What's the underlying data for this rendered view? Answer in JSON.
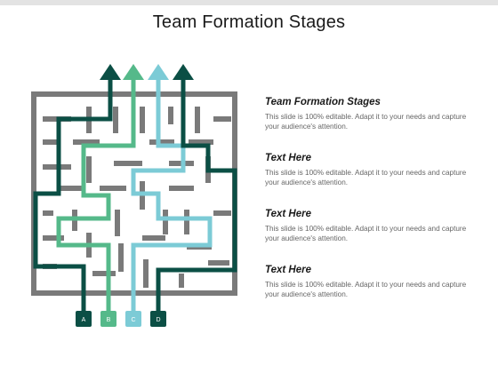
{
  "title": "Team Formation Stages",
  "colors": {
    "maze": "#7a7a7a",
    "path_a": "#0b4f45",
    "path_b": "#55b98a",
    "path_c": "#7ccbd6",
    "path_d": "#0b4f45"
  },
  "badges": [
    "A",
    "B",
    "C",
    "D"
  ],
  "items": [
    {
      "heading": "Team Formation Stages",
      "body": "This slide is 100% editable. Adapt it to your needs and capture your audience's attention."
    },
    {
      "heading": "Text Here",
      "body": "This slide is 100% editable. Adapt it to your needs and capture your audience's attention."
    },
    {
      "heading": "Text Here",
      "body": "This slide is 100% editable. Adapt it to your needs and capture your audience's attention."
    },
    {
      "heading": "Text Here",
      "body": "This slide is 100% editable. Adapt it to your needs and capture your audience's attention."
    }
  ]
}
